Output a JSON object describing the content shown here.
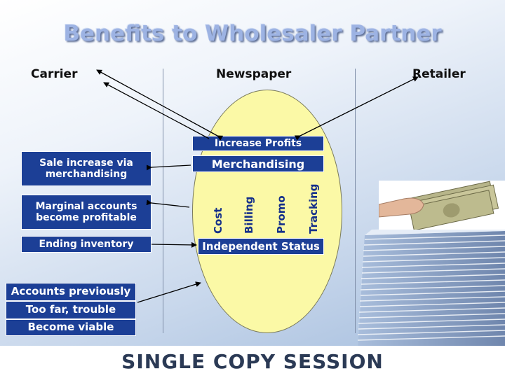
{
  "title": "Benefits to Wholesaler Partner",
  "columns": {
    "carrier": "Carrier",
    "newspaper": "Newspaper",
    "retailer": "Retailer"
  },
  "left_boxes": [
    "Sale increase via merchandising",
    "Marginal accounts become profitable",
    "Ending inventory"
  ],
  "accounts_boxes": [
    "Accounts previously",
    "Too far, trouble",
    "Become viable"
  ],
  "center": {
    "increase_profits": "Increase Profits",
    "merchandising": "Merchandising",
    "vertical_labels": [
      "Cost",
      "Billing",
      "Promo",
      "Tracking"
    ],
    "independent_status": "Independent Status"
  },
  "footer": "SINGLE COPY SESSION"
}
